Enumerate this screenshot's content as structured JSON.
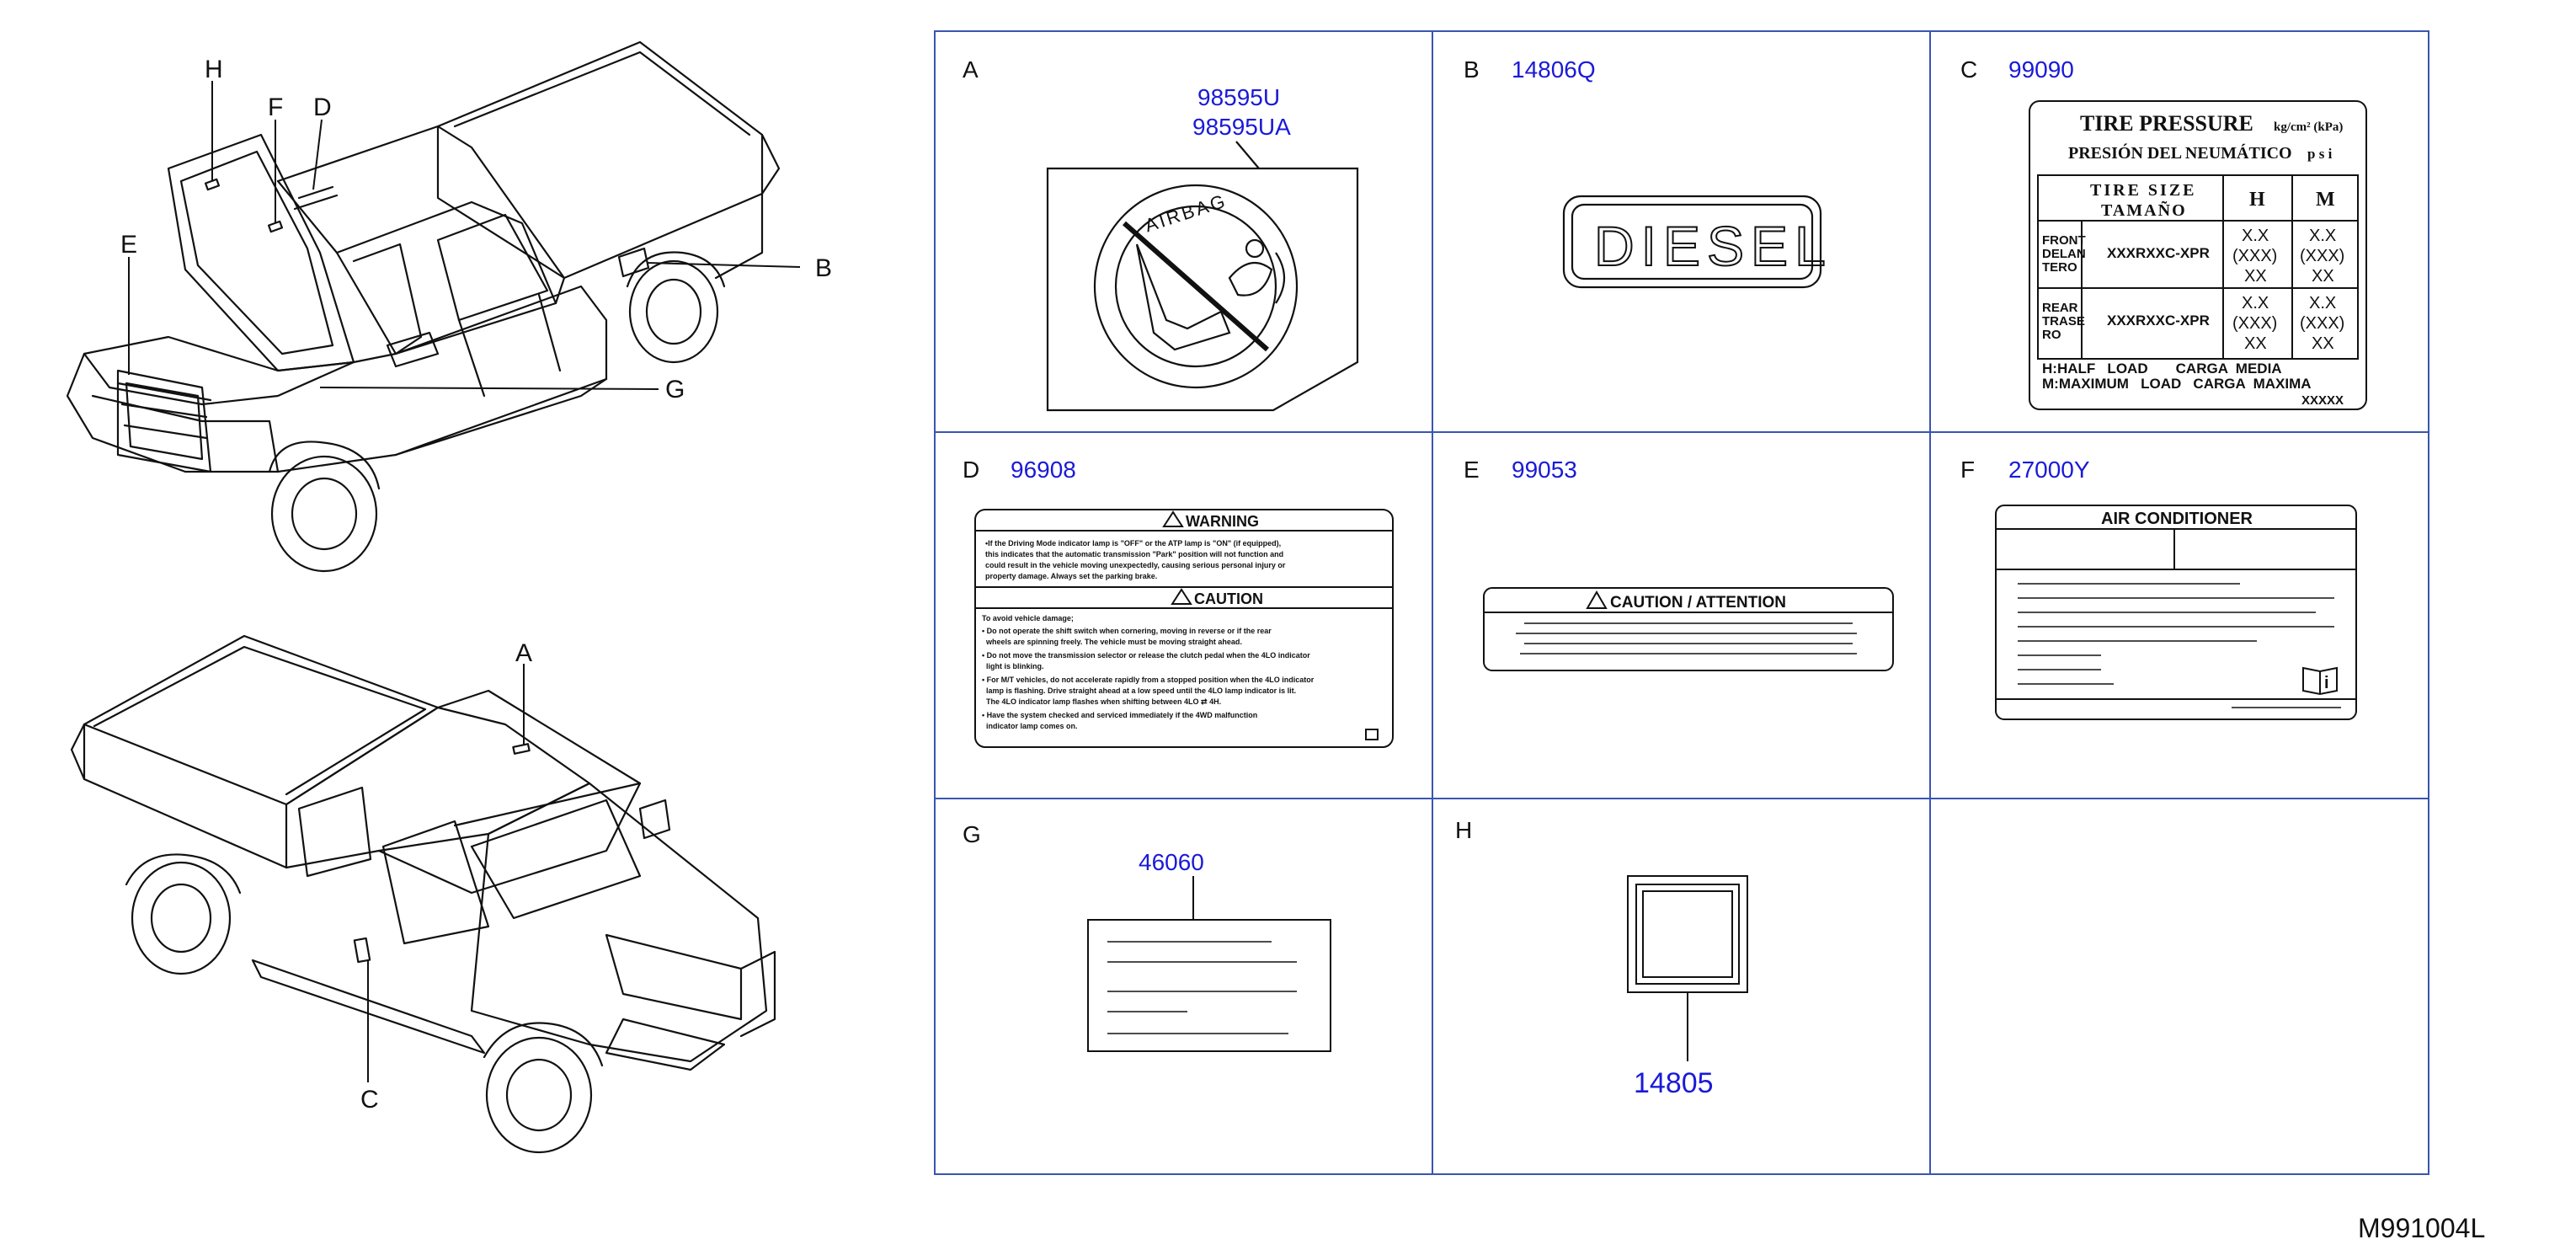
{
  "diagram_code": "M991004L",
  "callouts": {
    "H": "H",
    "F": "F",
    "D": "D",
    "E": "E",
    "B": "B",
    "G": "G",
    "A": "A",
    "C": "C"
  },
  "panels": [
    {
      "letter": "A",
      "parts": [
        "98595U",
        "98595UA"
      ]
    },
    {
      "letter": "B",
      "parts": [
        "14806Q"
      ]
    },
    {
      "letter": "C",
      "parts": [
        "99090"
      ]
    },
    {
      "letter": "D",
      "parts": [
        "96908"
      ]
    },
    {
      "letter": "E",
      "parts": [
        "99053"
      ]
    },
    {
      "letter": "F",
      "parts": [
        "27000Y"
      ]
    },
    {
      "letter": "G",
      "parts": [
        "46060"
      ]
    },
    {
      "letter": "H",
      "parts": [
        "14805"
      ]
    }
  ],
  "labels": {
    "airbag": "AIRBAG",
    "diesel": "DIESEL",
    "tire": {
      "title": "TIRE PRESSURE",
      "unit_top": "kg/cm² (kPa)",
      "subtitle": "PRESIÓN DEL NEUMÁTICO",
      "unit_bottom": "p s i",
      "size_header": "TIRE SIZE",
      "size_header_es": "TAMAÑO",
      "col_h": "H",
      "col_m": "M",
      "rows": [
        {
          "name": "FRONT",
          "name2": "DELAN",
          "name3": "TERO",
          "size": "XXXRXXC-XPR",
          "h": [
            "X.X",
            "(XXX)",
            "XX"
          ],
          "m": [
            "X.X",
            "(XXX)",
            "XX"
          ]
        },
        {
          "name": "REAR",
          "name2": "TRASE",
          "name3": "RO",
          "size": "XXXRXXC-XPR",
          "h": [
            "X.X",
            "(XXX)",
            "XX"
          ],
          "m": [
            "X.X",
            "(XXX)",
            "XX"
          ]
        }
      ],
      "legend1": "H:HALF   LOAD       CARGA  MEDIA",
      "legend2": "M:MAXIMUM   LOAD   CARGA  MAXIMA",
      "code": "XXXXX"
    },
    "warning": {
      "warning_title": "WARNING",
      "warning_text": [
        "•If the Driving Mode indicator lamp is \"OFF\" or the ATP lamp is \"ON\" (if equipped),",
        "this indicates that the automatic transmission \"Park\" position will not function and",
        "could result in the vehicle moving unexpectedly, causing serious personal injury or",
        "property damage. Always set the parking brake."
      ],
      "caution_title": "CAUTION",
      "caution_text": [
        "To avoid vehicle damage;",
        "• Do not operate the shift switch when cornering, moving in reverse or if the rear",
        "  wheels are spinning freely. The vehicle must be moving straight ahead.",
        "• Do not move the transmission selector or release the clutch pedal when the 4LO indicator",
        "  light is blinking.",
        "• For M/T vehicles, do not accelerate rapidly from a stopped position when the 4LO indicator",
        "  lamp is flashing. Drive straight ahead at a low speed until the 4LO lamp indicator is lit.",
        "  The 4LO indicator lamp flashes when shifting between 4LO ⇄ 4H.",
        "• Have the system checked and serviced immediately if the 4WD malfunction",
        "  indicator lamp comes on."
      ]
    },
    "caution_attention": "CAUTION / ATTENTION",
    "air_conditioner": "AIR CONDITIONER"
  }
}
